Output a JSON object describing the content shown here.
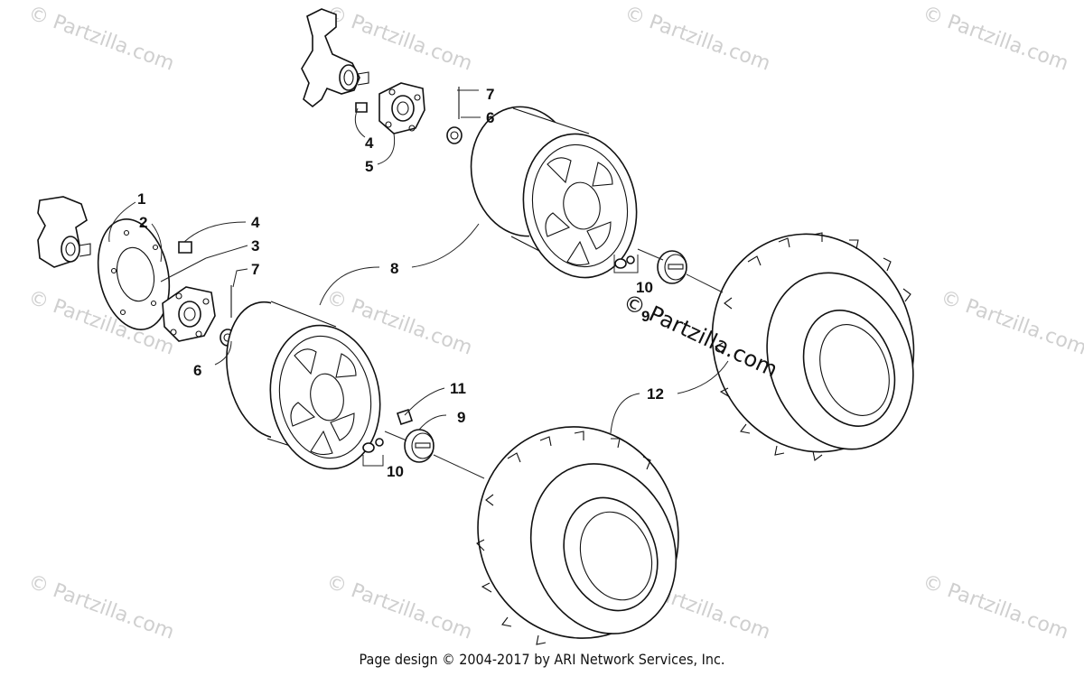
{
  "watermark": "© Partzilla.com",
  "watermark_main": "© Partzilla.com",
  "callouts": [
    "1",
    "2",
    "3",
    "4",
    "4",
    "5",
    "6",
    "6",
    "7",
    "7",
    "8",
    "9",
    "9",
    "10",
    "10",
    "11",
    "12"
  ],
  "footer": "Page design © 2004-2017 by ARI Network Services, Inc."
}
